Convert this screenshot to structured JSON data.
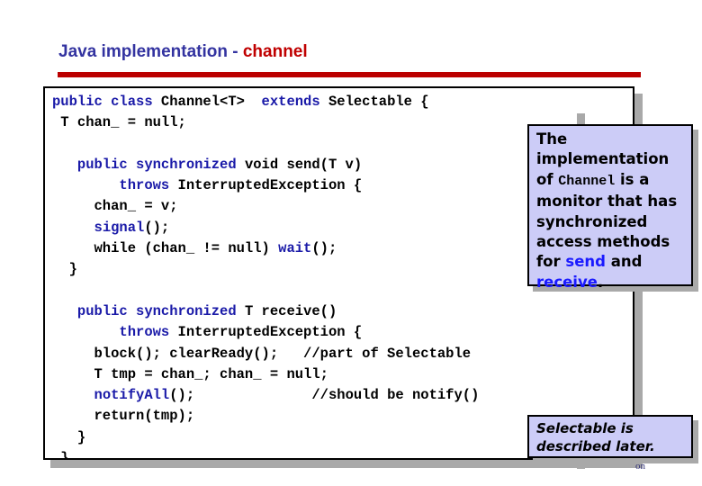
{
  "slide": {
    "title_main": "Java implementation - ",
    "title_accent": "channel",
    "accent_color": "#c00000",
    "title_color": "#3333a0",
    "rule_color": "#bb0000"
  },
  "code": {
    "language": "java",
    "keyword_color": "#1a1aa8",
    "text_color": "#000000",
    "background": "#ffffff",
    "lines": [
      {
        "id": "l1",
        "segments": [
          {
            "t": "public class",
            "c": "kw"
          },
          {
            "t": " Channel<T>  ",
            "c": "txt"
          },
          {
            "t": "extends",
            "c": "kw"
          },
          {
            "t": " Selectable {",
            "c": "txt"
          }
        ]
      },
      {
        "id": "l2",
        "segments": [
          {
            "t": " T chan_ = null;",
            "c": "txt"
          }
        ]
      },
      {
        "id": "l3",
        "segments": [
          {
            "t": "",
            "c": "txt"
          }
        ]
      },
      {
        "id": "l4",
        "segments": [
          {
            "t": "   ",
            "c": "txt"
          },
          {
            "t": "public synchronized",
            "c": "kw"
          },
          {
            "t": " void send(T v)",
            "c": "txt"
          }
        ]
      },
      {
        "id": "l5",
        "segments": [
          {
            "t": "        ",
            "c": "txt"
          },
          {
            "t": "throws",
            "c": "kw"
          },
          {
            "t": " InterruptedException {",
            "c": "txt"
          }
        ]
      },
      {
        "id": "l6",
        "segments": [
          {
            "t": "     chan_ = v;",
            "c": "txt"
          }
        ]
      },
      {
        "id": "l7",
        "segments": [
          {
            "t": "     ",
            "c": "txt"
          },
          {
            "t": "signal",
            "c": "mth"
          },
          {
            "t": "();",
            "c": "txt"
          }
        ]
      },
      {
        "id": "l8",
        "segments": [
          {
            "t": "     while (chan_ != null) ",
            "c": "txt"
          },
          {
            "t": "wait",
            "c": "mth"
          },
          {
            "t": "();",
            "c": "txt"
          }
        ]
      },
      {
        "id": "l9",
        "segments": [
          {
            "t": "  }",
            "c": "txt"
          }
        ]
      },
      {
        "id": "l10",
        "segments": [
          {
            "t": "",
            "c": "txt"
          }
        ]
      },
      {
        "id": "l11",
        "segments": [
          {
            "t": "   ",
            "c": "txt"
          },
          {
            "t": "public synchronized",
            "c": "kw"
          },
          {
            "t": " T receive()",
            "c": "txt"
          }
        ]
      },
      {
        "id": "l12",
        "segments": [
          {
            "t": "        ",
            "c": "txt"
          },
          {
            "t": "throws",
            "c": "kw"
          },
          {
            "t": " InterruptedException {",
            "c": "txt"
          }
        ]
      },
      {
        "id": "l13",
        "segments": [
          {
            "t": "     block(); clearReady();   //part of Selectable",
            "c": "txt"
          }
        ]
      },
      {
        "id": "l14",
        "segments": [
          {
            "t": "     T tmp = chan_; chan_ = null;",
            "c": "txt"
          }
        ]
      },
      {
        "id": "l15",
        "segments": [
          {
            "t": "     ",
            "c": "txt"
          },
          {
            "t": "notifyAll",
            "c": "mth"
          },
          {
            "t": "();              //should be notify()",
            "c": "txt"
          }
        ]
      },
      {
        "id": "l16",
        "segments": [
          {
            "t": "     return(tmp);",
            "c": "txt"
          }
        ]
      },
      {
        "id": "l17",
        "segments": [
          {
            "t": "   }",
            "c": "txt"
          }
        ]
      },
      {
        "id": "l18",
        "segments": [
          {
            "t": " }",
            "c": "txt"
          }
        ]
      }
    ]
  },
  "callouts": {
    "monitor": {
      "background": "#ccccf7",
      "accent_color": "#1a1aff",
      "segments": [
        {
          "t": "The implementation of ",
          "style": "plain"
        },
        {
          "t": "Channel",
          "style": "mono"
        },
        {
          "t": " is a monitor that has synchronized access methods for ",
          "style": "plain"
        },
        {
          "t": "send",
          "style": "blue"
        },
        {
          "t": " and ",
          "style": "plain"
        },
        {
          "t": "receive",
          "style": "blue"
        },
        {
          "t": ".",
          "style": "plain"
        }
      ],
      "plain_text": "The implementation of Channel is a monitor that has synchronized access methods for send and receive."
    },
    "selectable": {
      "background": "#ccccf7",
      "text": "Selectable is described later."
    }
  },
  "footer": {
    "fragment": "on"
  }
}
